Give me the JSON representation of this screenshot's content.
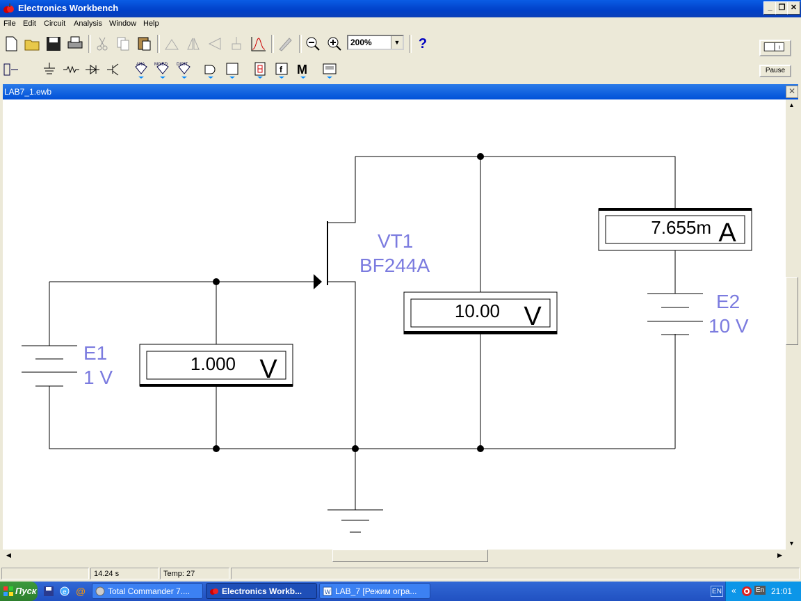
{
  "window": {
    "title": "Electronics Workbench"
  },
  "menu": [
    "File",
    "Edit",
    "Circuit",
    "Analysis",
    "Window",
    "Help"
  ],
  "toolbar": {
    "zoom": "200%",
    "help_label": "?",
    "pause_label": "Pause"
  },
  "component_bins": {
    "ana": "ANA",
    "mixed": "MIXED",
    "digit": "DIGIT",
    "m": "M",
    "f": "f"
  },
  "document": {
    "title": "LAB7_1.ewb"
  },
  "circuit": {
    "e1_name": "E1",
    "e1_value": "1 V",
    "e2_name": "E2",
    "e2_value": "10 V",
    "vt1_name": "VT1",
    "vt1_model": "BF244A",
    "voltmeter1_reading": "1.000",
    "voltmeter1_unit": "V",
    "voltmeter2_reading": "10.00",
    "voltmeter2_unit": "V",
    "ammeter_reading": "7.655m",
    "ammeter_unit": "A",
    "label_color": "#7b7bdf"
  },
  "status": {
    "time": "14.24 s",
    "temp": "Temp:  27"
  },
  "taskbar": {
    "start": "Пуск",
    "tasks": [
      "Total Commander 7....",
      "Electronics Workb...",
      "LAB_7 [Режим огра..."
    ],
    "lang_left": "EN",
    "lang_tray": "En",
    "clock": "21:01"
  }
}
